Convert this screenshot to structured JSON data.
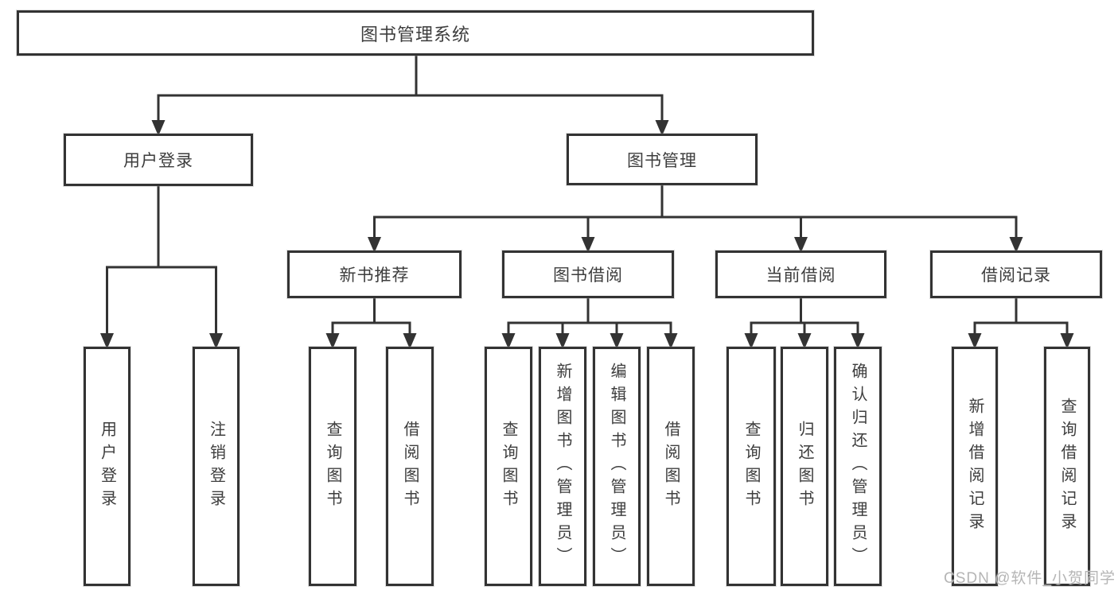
{
  "colors": {
    "line": "#333333",
    "box_border": "#333333",
    "text": "#3d3d3d",
    "watermark": "#b5b5b5",
    "background": "#ffffff"
  },
  "watermark": "CSDN @软件_小贺同学",
  "tree": {
    "root": {
      "label": "图书管理系统"
    },
    "children": [
      {
        "label": "用户登录",
        "children": [
          {
            "label": "用户登录"
          },
          {
            "label": "注销登录"
          }
        ]
      },
      {
        "label": "图书管理",
        "children": [
          {
            "label": "新书推荐",
            "children": [
              {
                "label": "查询图书"
              },
              {
                "label": "借阅图书"
              }
            ]
          },
          {
            "label": "图书借阅",
            "children": [
              {
                "label": "查询图书"
              },
              {
                "label": "新增图书（管理员）"
              },
              {
                "label": "编辑图书（管理员）"
              },
              {
                "label": "借阅图书"
              }
            ]
          },
          {
            "label": "当前借阅",
            "children": [
              {
                "label": "查询图书"
              },
              {
                "label": "归还图书"
              },
              {
                "label": "确认归还（管理员）"
              }
            ]
          },
          {
            "label": "借阅记录",
            "children": [
              {
                "label": "新增借阅记录"
              },
              {
                "label": "查询借阅记录"
              }
            ]
          }
        ]
      }
    ]
  }
}
